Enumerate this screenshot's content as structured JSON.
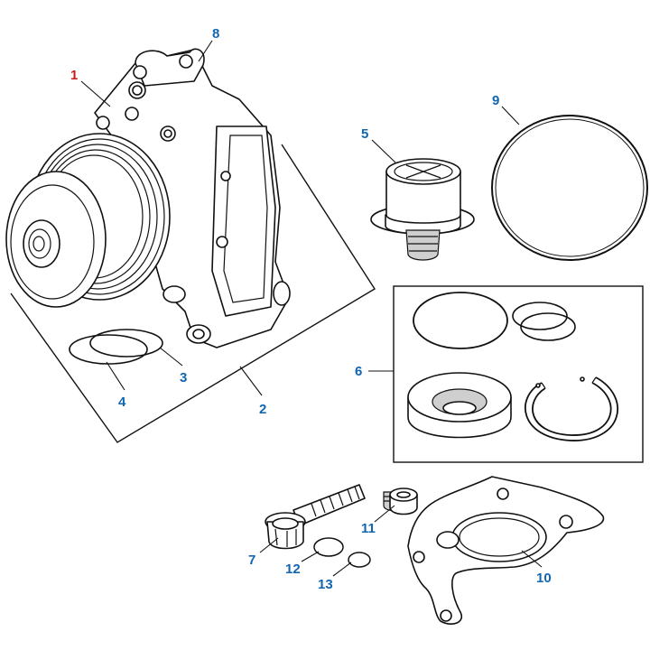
{
  "diagram": {
    "callouts": [
      {
        "id": "c1",
        "label": "1",
        "color": "#cc1b1b"
      },
      {
        "id": "c2",
        "label": "2",
        "color": "#1166b0"
      },
      {
        "id": "c3",
        "label": "3",
        "color": "#1166b0"
      },
      {
        "id": "c4",
        "label": "4",
        "color": "#1166b0"
      },
      {
        "id": "c5",
        "label": "5",
        "color": "#1166b0"
      },
      {
        "id": "c6",
        "label": "6",
        "color": "#1166b0"
      },
      {
        "id": "c7",
        "label": "7",
        "color": "#1166b0"
      },
      {
        "id": "c8",
        "label": "8",
        "color": "#1166b0"
      },
      {
        "id": "c9",
        "label": "9",
        "color": "#1166b0"
      },
      {
        "id": "c10",
        "label": "10",
        "color": "#1166b0"
      },
      {
        "id": "c11",
        "label": "11",
        "color": "#1166b0"
      },
      {
        "id": "c12",
        "label": "12",
        "color": "#1166b0"
      },
      {
        "id": "c13",
        "label": "13",
        "color": "#1166b0"
      }
    ],
    "parts": [
      "water-pump-assembly",
      "pump-pulley-icon",
      "pump-seal-ring-large",
      "pump-seal-ring-small",
      "thermostat-icon",
      "thermostat-seal-kit",
      "flange-bolt-icon",
      "large-o-ring",
      "thermostat-housing-gasket",
      "plug-screw-icon",
      "small-o-ring-12",
      "small-o-ring-13"
    ]
  }
}
